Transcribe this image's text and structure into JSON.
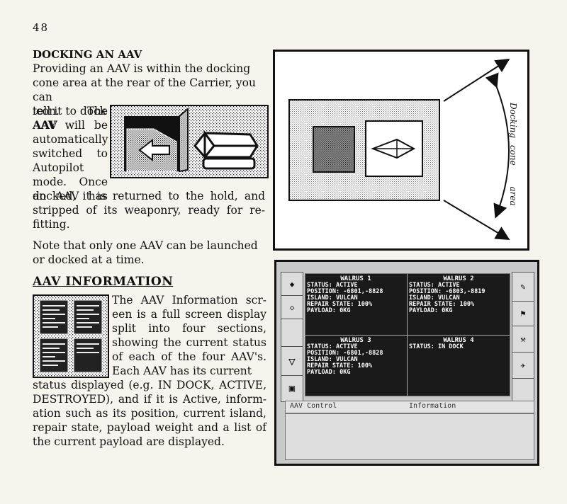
{
  "page_number": "48",
  "docking": {
    "heading": "DOCKING AN AAV",
    "intro_lines": [
      "Providing an AAV is within the docking",
      "cone area at the rear of the Carrier, you can",
      "tell it to dock by clicking on the "
    ],
    "dock_aav_term": "DOCK AAV",
    "narrow_lines": [
      "icon.   The",
      "AAV will be",
      "automatically",
      "switched to",
      "Autopilot",
      "mode.  Once",
      "an AAV has"
    ],
    "continued": "docked, it is returned to the hold, and stripped of its weaponry, ready for re-fitting.",
    "note": "Note that only one AAV can be launched or docked at a time."
  },
  "aav_information": {
    "heading": "AAV INFORMATION",
    "wrapped": "The AAV Information scr-een is a full screen display split into four sections, showing the current status of each of the four AAV's. Each AAV has its current",
    "full": "status displayed (e.g. IN DOCK, ACTIVE, DESTROYED), and if it is Active, inform-ation such as its position, current island, repair state, payload weight and a list of the current payload are displayed."
  },
  "diagram": {
    "label_part1": "Docking",
    "label_part2": "cone",
    "label_part3": "area"
  },
  "screen": {
    "slots": [
      {
        "name": "WALRUS 1",
        "rows": [
          {
            "k": "STATUS:",
            "v": "ACTIVE"
          },
          {
            "k": "POSITION:",
            "v": "-6801,-8828"
          },
          {
            "k": "ISLAND:",
            "v": "VULCAN"
          },
          {
            "k": "REPAIR STATE:",
            "v": "100%"
          },
          {
            "k": "PAYLOAD:",
            "v": "0KG"
          }
        ]
      },
      {
        "name": "WALRUS 2",
        "rows": [
          {
            "k": "STATUS:",
            "v": "ACTIVE"
          },
          {
            "k": "POSITION:",
            "v": "-6803,-8819"
          },
          {
            "k": "ISLAND:",
            "v": "VULCAN"
          },
          {
            "k": "REPAIR STATE:",
            "v": "100%"
          },
          {
            "k": "PAYLOAD:",
            "v": "0KG"
          }
        ]
      },
      {
        "name": "WALRUS 3",
        "rows": [
          {
            "k": "STATUS:",
            "v": "ACTIVE"
          },
          {
            "k": "POSITION:",
            "v": "-6801,-8828"
          },
          {
            "k": "ISLAND:",
            "v": "VULCAN"
          },
          {
            "k": "REPAIR STATE:",
            "v": "100%"
          },
          {
            "k": "PAYLOAD:",
            "v": "0KG"
          }
        ]
      },
      {
        "name": "WALRUS 4",
        "rows": [
          {
            "k": "STATUS:",
            "v": "IN DOCK"
          }
        ]
      }
    ],
    "tab_control": "AAV Control",
    "tab_information": "Information"
  }
}
